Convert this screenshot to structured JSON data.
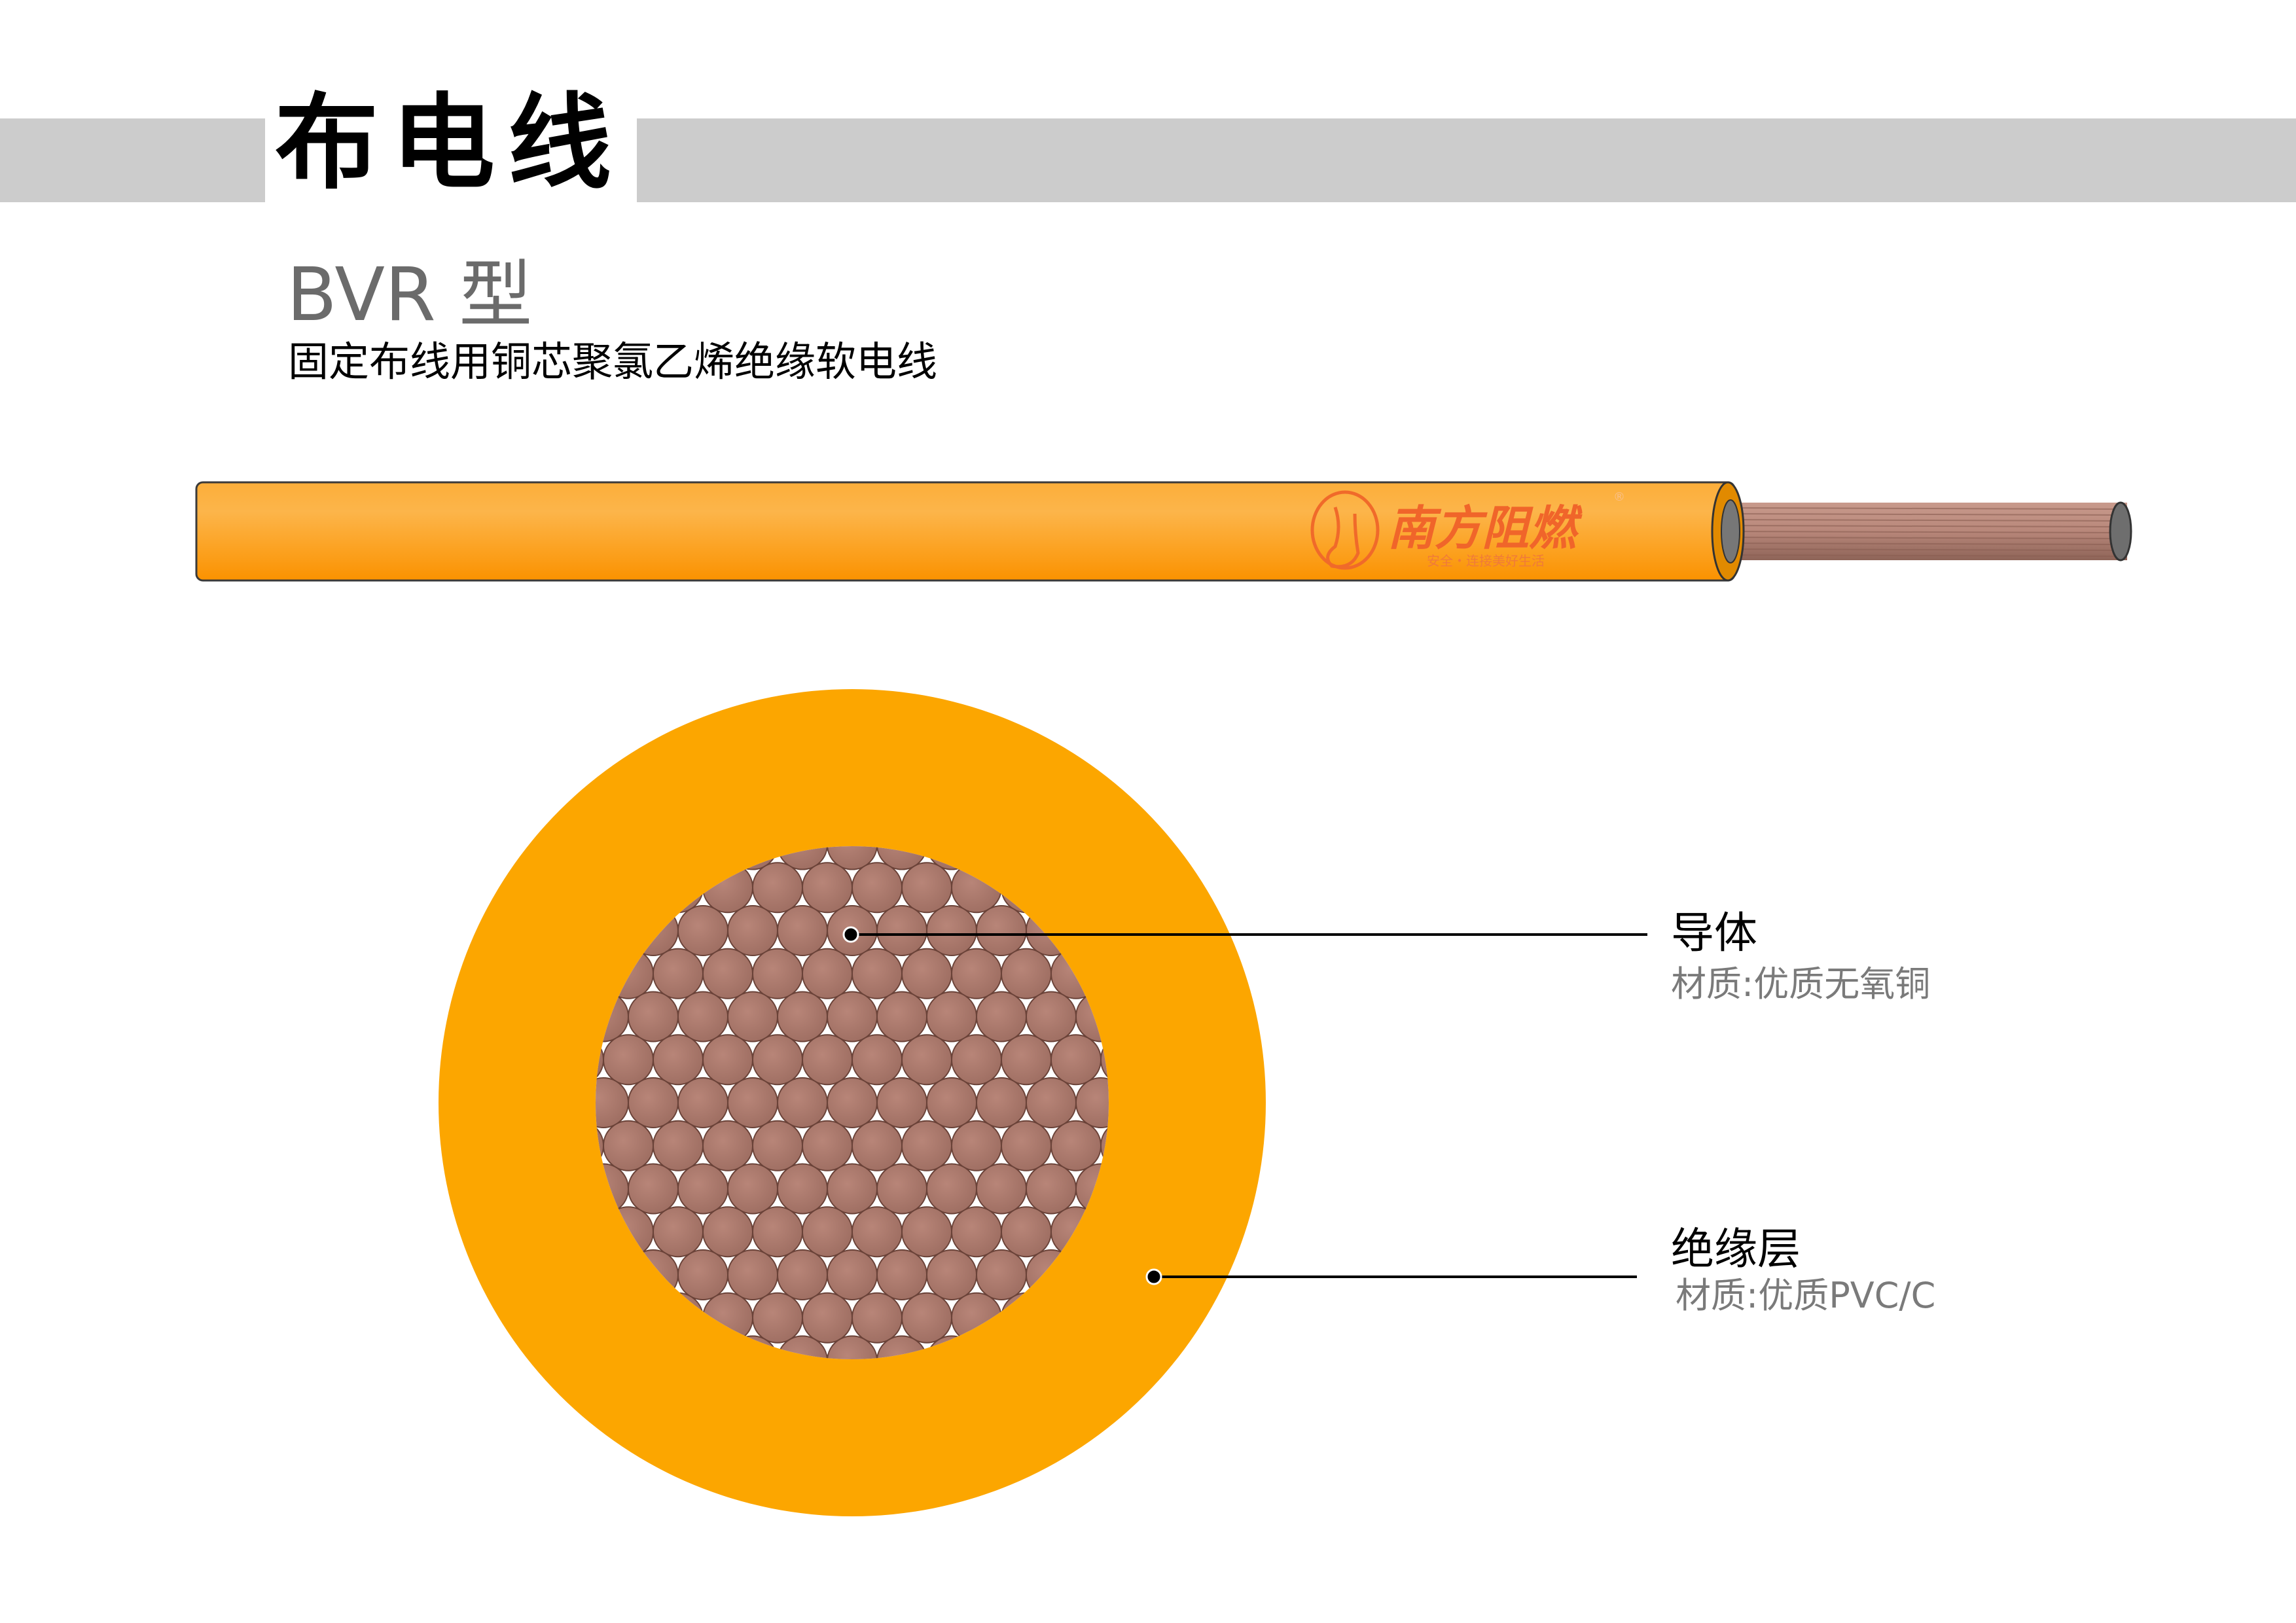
{
  "header": {
    "title": "布电线",
    "model": "BVR 型",
    "subtitle": "固定布线用铜芯聚氯乙烯绝缘软电线"
  },
  "wire_logo": {
    "brand": "南方阻燃",
    "slogan": "安全・连接美好生活",
    "registered_mark": "®"
  },
  "callouts": [
    {
      "name": "导体",
      "material": "材质:优质无氧铜"
    },
    {
      "name": "绝缘层",
      "material": "材质:优质PVC/C"
    }
  ],
  "colors": {
    "insulation": "#fca600",
    "copper": "#a87468",
    "band": "#cccccc"
  }
}
